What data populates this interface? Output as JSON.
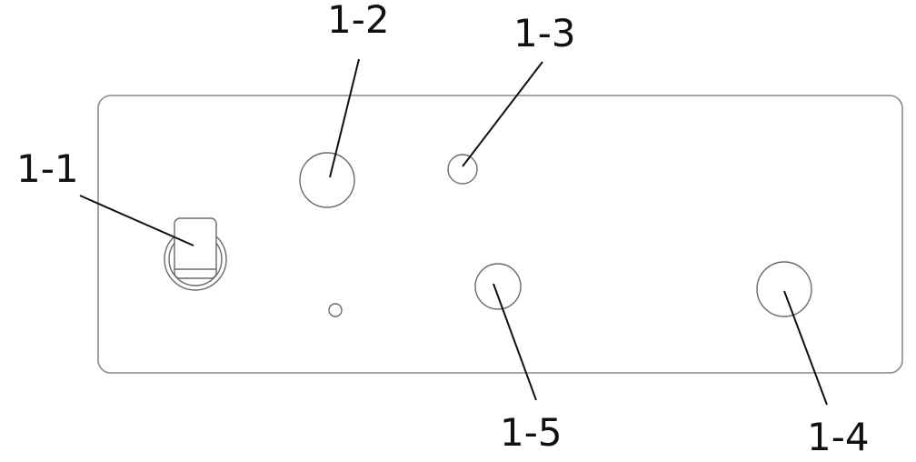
{
  "callouts": {
    "c1": "1-1",
    "c2": "1-2",
    "c3": "1-3",
    "c4": "1-4",
    "c5": "1-5"
  },
  "colors": {
    "line": "#111111",
    "outline": "#8a8a8a",
    "background": "#ffffff"
  }
}
